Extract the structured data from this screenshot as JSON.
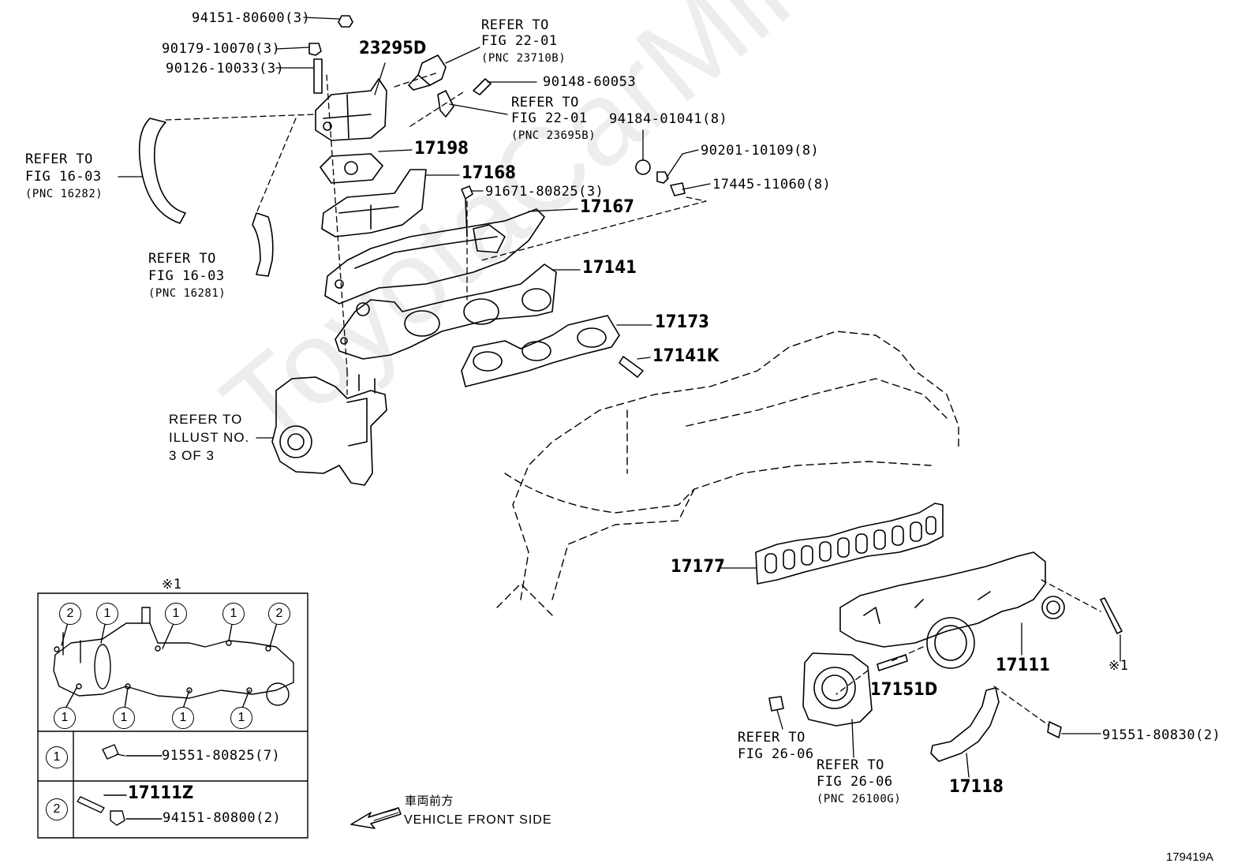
{
  "watermark": "ToyotaCarMine.ru",
  "diagram_id": "179419A",
  "legend": {
    "title": "※1",
    "marker_1": "1",
    "marker_2": "2",
    "row1_part": "91551-80825(7)",
    "row2_part_a": "17111Z",
    "row2_part_b": "94151-80800(2)"
  },
  "direction": {
    "jp": "車両前方",
    "en": "VEHICLE FRONT SIDE"
  },
  "labels": {
    "p94151_80600": "94151-80600(3)",
    "p90179_10070": "90179-10070(3)",
    "p90126_10033": "90126-10033(3)",
    "p23295D": "23295D",
    "ref22_01_a_1": "REFER TO",
    "ref22_01_a_2": "FIG 22-01",
    "ref22_01_a_3": "(PNC 23710B)",
    "p90148_60053": "90148-60053",
    "ref22_01_b_1": "REFER TO",
    "ref22_01_b_2": "FIG 22-01",
    "ref22_01_b_3": "(PNC 23695B)",
    "p94184_01041": "94184-01041(8)",
    "p90201_10109": "90201-10109(8)",
    "p17445_11060": "17445-11060(8)",
    "ref16_03_a_1": "REFER TO",
    "ref16_03_a_2": "FIG 16-03",
    "ref16_03_a_3": "(PNC 16282)",
    "p17198": "17198",
    "p17168": "17168",
    "p91671_80825": "91671-80825(3)",
    "p17167": "17167",
    "ref16_03_b_1": "REFER TO",
    "ref16_03_b_2": "FIG 16-03",
    "ref16_03_b_3": "(PNC 16281)",
    "p17141": "17141",
    "p17173": "17173",
    "p17141K": "17141K",
    "refill_1": "REFER TO",
    "refill_2": "ILLUST NO.",
    "refill_3": "3 OF 3",
    "p17177": "17177",
    "p17111": "17111",
    "mark1": "※1",
    "p17151D": "17151D",
    "p91551_80830": "91551-80830(2)",
    "ref26_06_a_1": "REFER TO",
    "ref26_06_a_2": "FIG 26-06",
    "ref26_06_b_1": "REFER TO",
    "ref26_06_b_2": "FIG 26-06",
    "ref26_06_b_3": "(PNC 26100G)",
    "p17118": "17118"
  }
}
